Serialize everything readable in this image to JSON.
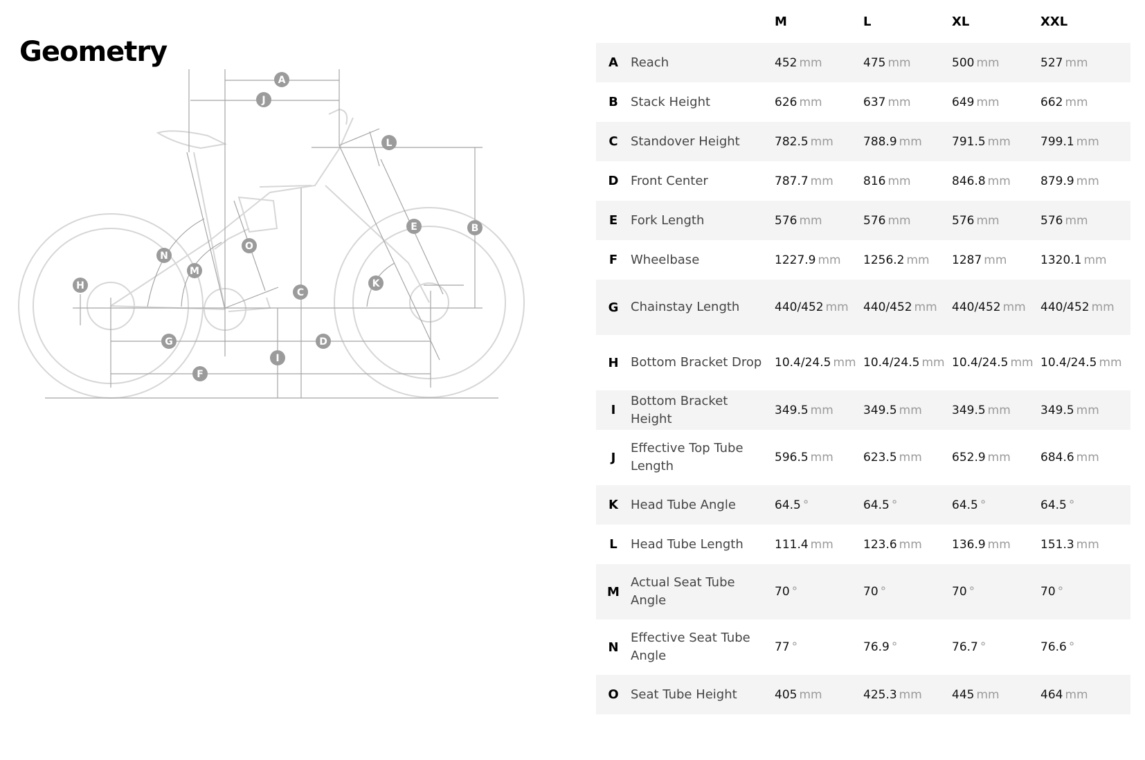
{
  "page": {
    "title": "Geometry"
  },
  "sizes": [
    "M",
    "L",
    "XL",
    "XXL"
  ],
  "diagram_labels": [
    "A",
    "B",
    "C",
    "D",
    "E",
    "F",
    "G",
    "H",
    "I",
    "J",
    "K",
    "L",
    "M",
    "N",
    "O"
  ],
  "rows": [
    {
      "letter": "A",
      "label": "Reach",
      "values": [
        "452",
        "475",
        "500",
        "527"
      ],
      "unit": "mm"
    },
    {
      "letter": "B",
      "label": "Stack Height",
      "values": [
        "626",
        "637",
        "649",
        "662"
      ],
      "unit": "mm"
    },
    {
      "letter": "C",
      "label": "Standover Height",
      "values": [
        "782.5",
        "788.9",
        "791.5",
        "799.1"
      ],
      "unit": "mm"
    },
    {
      "letter": "D",
      "label": "Front Center",
      "values": [
        "787.7",
        "816",
        "846.8",
        "879.9"
      ],
      "unit": "mm"
    },
    {
      "letter": "E",
      "label": "Fork Length",
      "values": [
        "576",
        "576",
        "576",
        "576"
      ],
      "unit": "mm"
    },
    {
      "letter": "F",
      "label": "Wheelbase",
      "values": [
        "1227.9",
        "1256.2",
        "1287",
        "1320.1"
      ],
      "unit": "mm"
    },
    {
      "letter": "G",
      "label": "Chainstay Length",
      "values": [
        "440/452",
        "440/452",
        "440/452",
        "440/452"
      ],
      "unit": "mm"
    },
    {
      "letter": "H",
      "label": "Bottom Bracket Drop",
      "values": [
        "10.4/24.5",
        "10.4/24.5",
        "10.4/24.5",
        "10.4/24.5"
      ],
      "unit": "mm"
    },
    {
      "letter": "I",
      "label": "Bottom Bracket Height",
      "values": [
        "349.5",
        "349.5",
        "349.5",
        "349.5"
      ],
      "unit": "mm"
    },
    {
      "letter": "J",
      "label": "Effective Top Tube Length",
      "values": [
        "596.5",
        "623.5",
        "652.9",
        "684.6"
      ],
      "unit": "mm"
    },
    {
      "letter": "K",
      "label": "Head Tube Angle",
      "values": [
        "64.5",
        "64.5",
        "64.5",
        "64.5"
      ],
      "unit": "°"
    },
    {
      "letter": "L",
      "label": "Head Tube Length",
      "values": [
        "111.4",
        "123.6",
        "136.9",
        "151.3"
      ],
      "unit": "mm"
    },
    {
      "letter": "M",
      "label": "Actual Seat Tube Angle",
      "values": [
        "70",
        "70",
        "70",
        "70"
      ],
      "unit": "°"
    },
    {
      "letter": "N",
      "label": "Effective Seat Tube Angle",
      "values": [
        "77",
        "76.9",
        "76.7",
        "76.6"
      ],
      "unit": "°"
    },
    {
      "letter": "O",
      "label": "Seat Tube Height",
      "values": [
        "405",
        "425.3",
        "445",
        "464"
      ],
      "unit": "mm"
    }
  ]
}
